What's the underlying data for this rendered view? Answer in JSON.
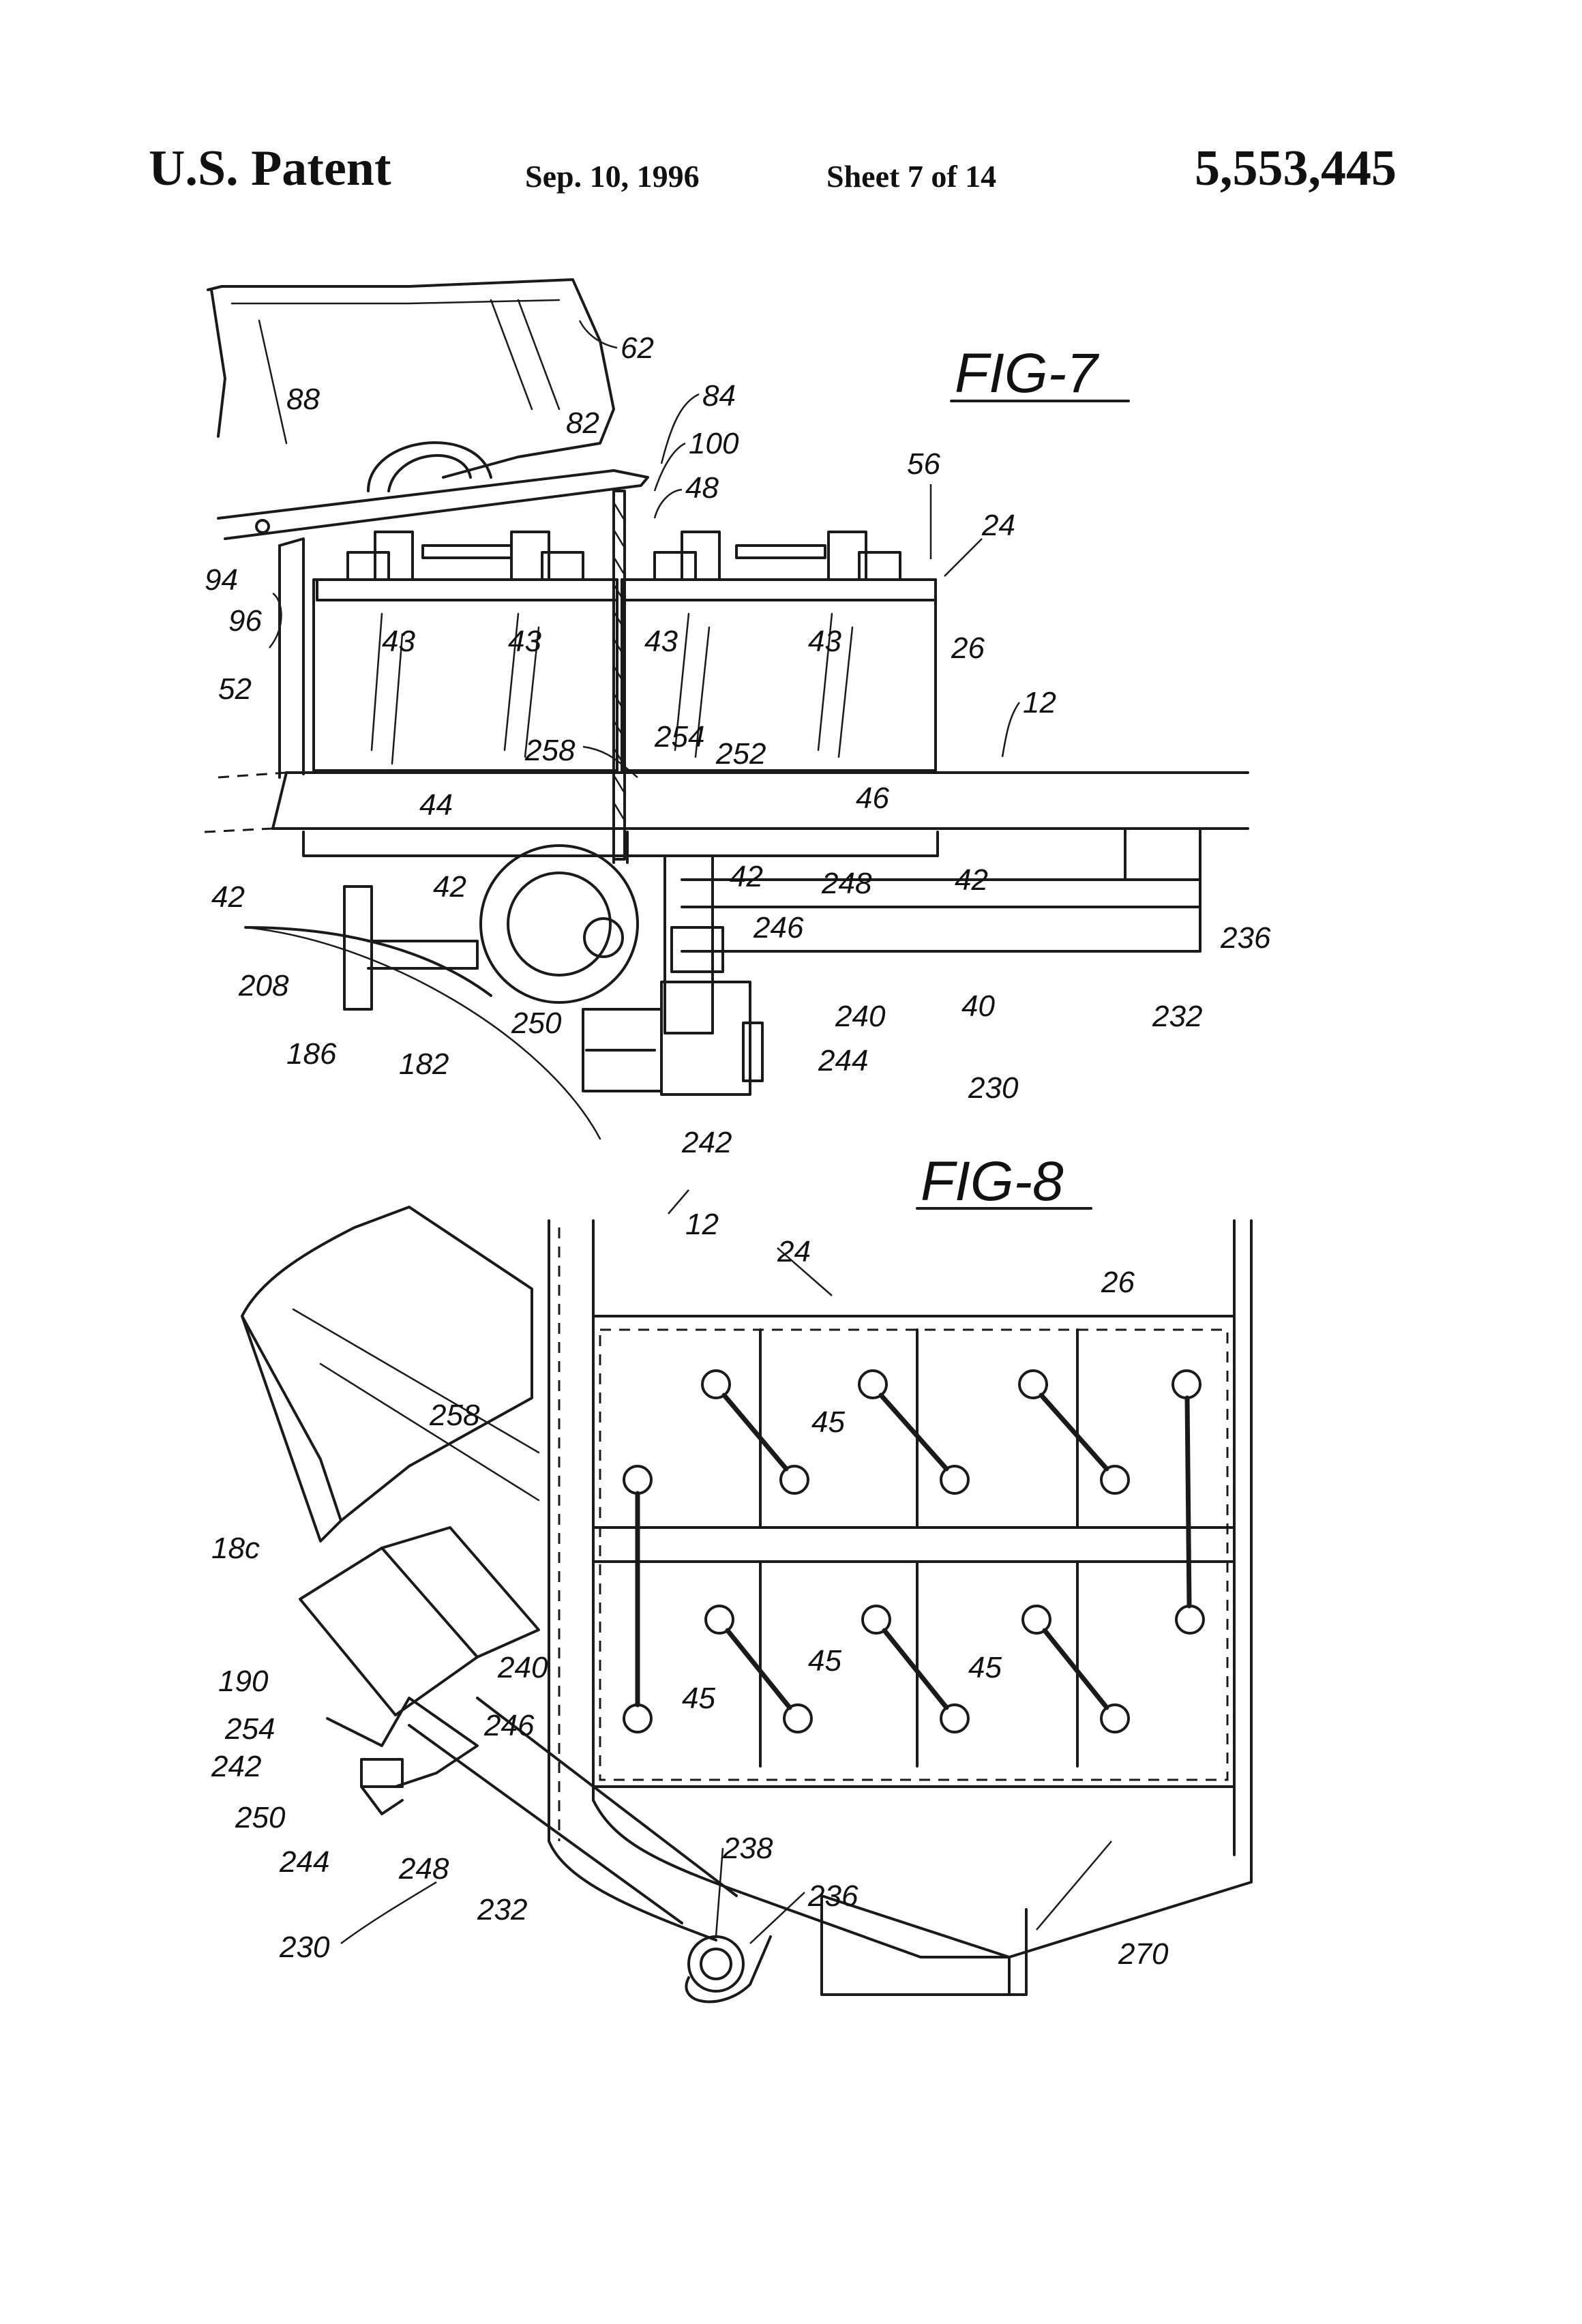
{
  "header": {
    "patent": "U.S. Patent",
    "date": "Sep. 10, 1996",
    "sheet": "Sheet 7 of 14",
    "number": "5,553,445"
  },
  "figures": {
    "fig7": {
      "title": "FIG-7",
      "labels": [
        "62",
        "88",
        "82",
        "84",
        "100",
        "48",
        "56",
        "24",
        "94",
        "96",
        "43",
        "43",
        "43",
        "43",
        "26",
        "52",
        "12",
        "258",
        "254",
        "252",
        "44",
        "46",
        "42",
        "42",
        "42",
        "42",
        "248",
        "246",
        "236",
        "208",
        "250",
        "240",
        "40",
        "232",
        "186",
        "182",
        "244",
        "230",
        "242"
      ]
    },
    "fig8": {
      "title": "FIG-8",
      "labels": [
        "12",
        "24",
        "26",
        "258",
        "45",
        "18c",
        "190",
        "240",
        "254",
        "246",
        "242",
        "45",
        "45",
        "45",
        "250",
        "244",
        "248",
        "238",
        "236",
        "232",
        "230",
        "270"
      ]
    }
  }
}
